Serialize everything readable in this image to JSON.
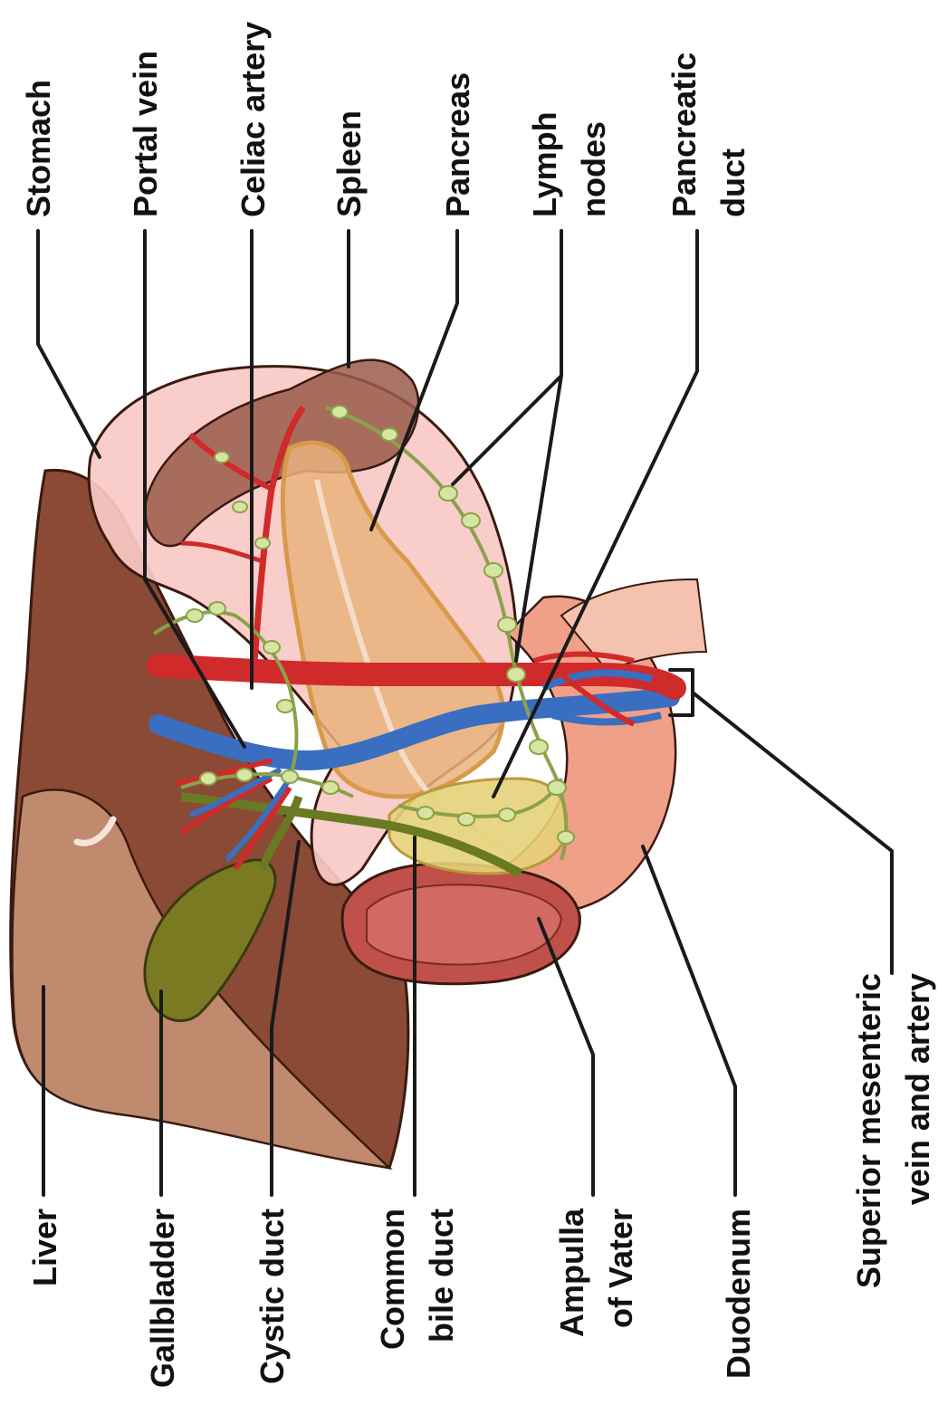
{
  "labels": {
    "stomach": "Stomach",
    "portal_vein": "Portal vein",
    "celiac_artery": "Celiac artery",
    "spleen": "Spleen",
    "pancreas": "Pancreas",
    "lymph_nodes_1": "Lymph",
    "lymph_nodes_2": "nodes",
    "pancreatic_duct_1": "Pancreatic",
    "pancreatic_duct_2": "duct",
    "liver": "Liver",
    "gallbladder": "Gallbladder",
    "cystic_duct": "Cystic duct",
    "common_bile_duct_1": "Common",
    "common_bile_duct_2": "bile duct",
    "ampulla_1": "Ampulla",
    "ampulla_2": "of Vater",
    "duodenum": "Duodenum",
    "sma_1": "Superior mesenteric",
    "sma_2": "vein and artery"
  },
  "colors": {
    "liver": "#8a4a36",
    "liver_light": "#c08a6e",
    "stomach": "#f9c9c4",
    "spleen": "#9a5a4a",
    "pancreas": "#e9b37c",
    "duodenum": "#f0a088",
    "ampulla": "#c0504a",
    "gallbladder": "#7a7a22",
    "artery": "#d02a2a",
    "vein": "#3a6ec0",
    "bile": "#6a7a22",
    "lymph": "#d6e6a2"
  }
}
